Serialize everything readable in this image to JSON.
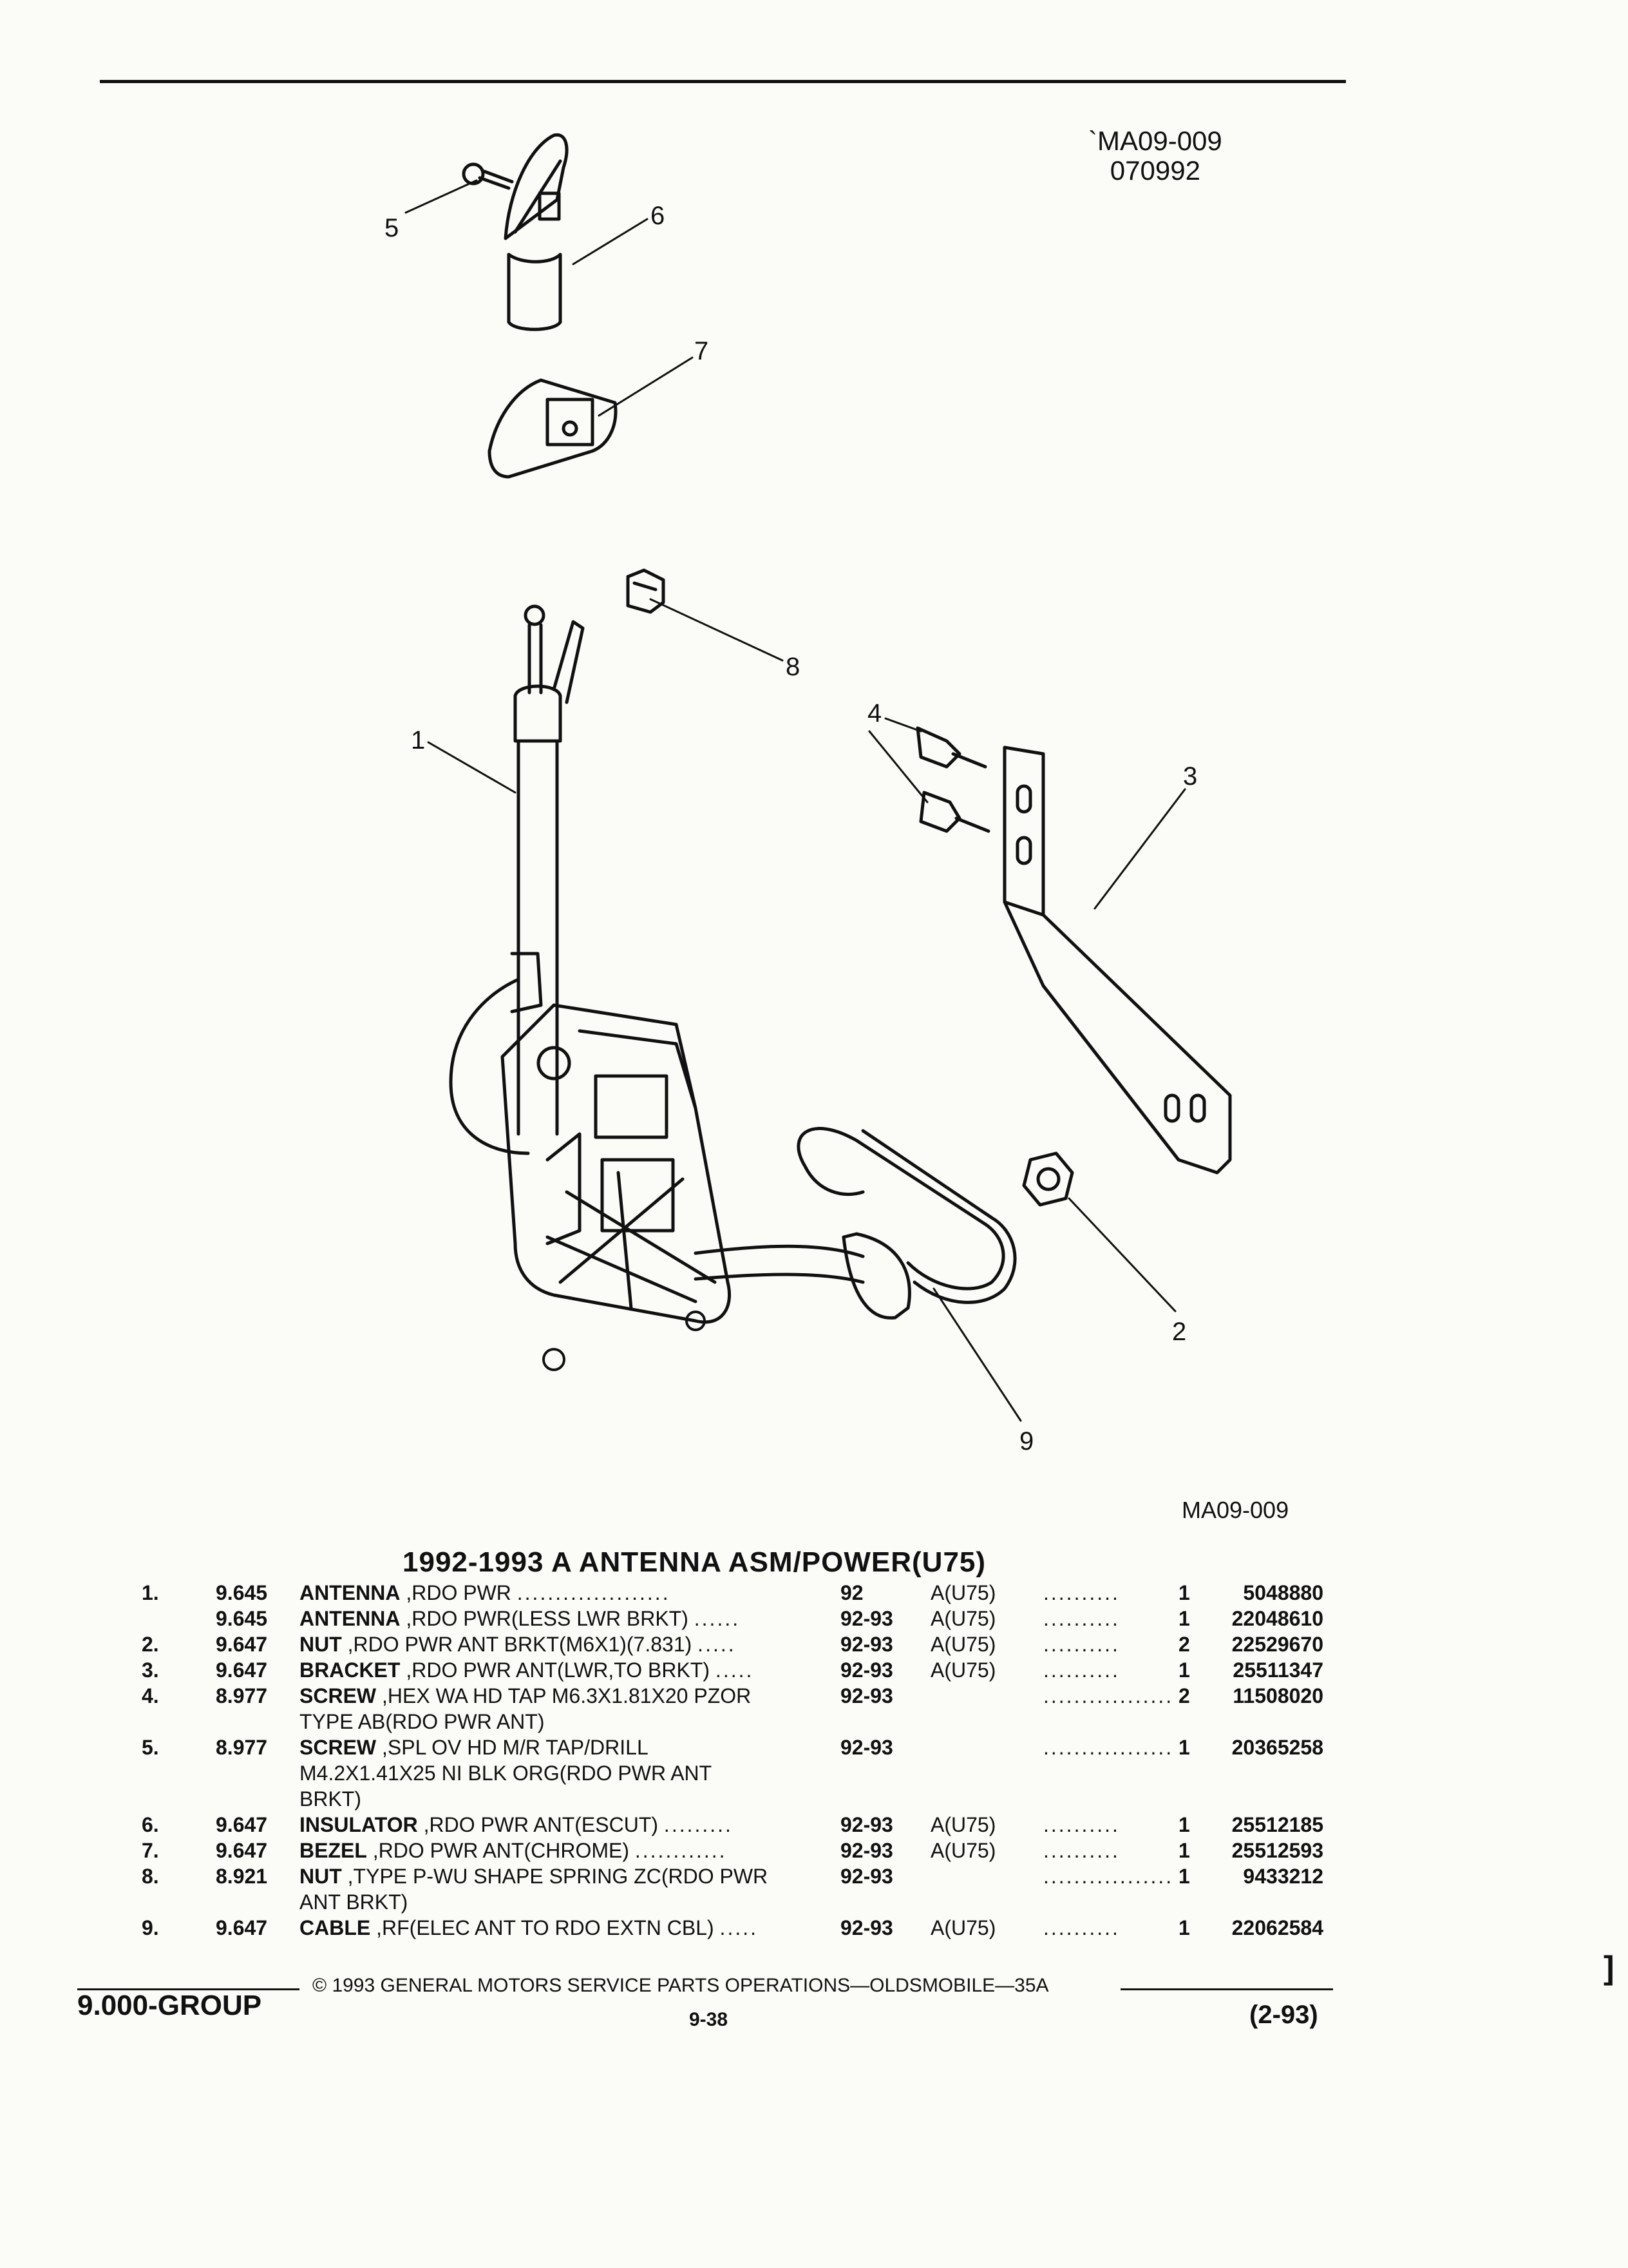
{
  "document": {
    "code": "`MA09-009",
    "date_code": "070992",
    "figure_code": "MA09-009",
    "section_title": "1992-1993 A ANTENNA ASM/POWER(U75)"
  },
  "callouts": {
    "c1": "1",
    "c2": "2",
    "c3": "3",
    "c4": "4",
    "c5": "5",
    "c6": "6",
    "c7": "7",
    "c8": "8",
    "c9": "9"
  },
  "parts": [
    {
      "no": "1.",
      "group": "9.645",
      "name": "ANTENNA",
      "desc": " ,RDO PWR",
      "dots": "....................",
      "year": "92",
      "model": "A(U75)",
      "mdots": "..........",
      "qty": "1",
      "part": "5048880"
    },
    {
      "no": "",
      "group": "9.645",
      "name": "ANTENNA",
      "desc": " ,RDO PWR(LESS LWR BRKT)",
      "dots": "......",
      "year": "92-93",
      "model": "A(U75)",
      "mdots": "..........",
      "qty": "1",
      "part": "22048610"
    },
    {
      "no": "2.",
      "group": "9.647",
      "name": "NUT",
      "desc": " ,RDO PWR ANT BRKT(M6X1)(7.831)",
      "dots": ".....",
      "year": "92-93",
      "model": "A(U75)",
      "mdots": "..........",
      "qty": "2",
      "part": "22529670"
    },
    {
      "no": "3.",
      "group": "9.647",
      "name": "BRACKET",
      "desc": " ,RDO PWR ANT(LWR,TO BRKT)",
      "dots": ".....",
      "year": "92-93",
      "model": "A(U75)",
      "mdots": "..........",
      "qty": "1",
      "part": "25511347"
    },
    {
      "no": "4.",
      "group": "8.977",
      "name": "SCREW",
      "desc": " ,HEX WA HD TAP M6.3X1.81X20 PZOR",
      "dots": "",
      "year": "92-93",
      "model": "",
      "mdots": ".................",
      "qty": "2",
      "part": "11508020"
    },
    {
      "cont": true,
      "text": "TYPE AB(RDO PWR ANT)"
    },
    {
      "no": "5.",
      "group": "8.977",
      "name": "SCREW",
      "desc": " ,SPL OV HD M/R TAP/DRILL",
      "dots": "",
      "year": "92-93",
      "model": "",
      "mdots": ".................",
      "qty": "1",
      "part": "20365258"
    },
    {
      "cont": true,
      "text": "M4.2X1.41X25 NI BLK ORG(RDO PWR ANT"
    },
    {
      "cont": true,
      "text": "BRKT)"
    },
    {
      "no": "6.",
      "group": "9.647",
      "name": "INSULATOR",
      "desc": " ,RDO PWR ANT(ESCUT)",
      "dots": ".........",
      "year": "92-93",
      "model": "A(U75)",
      "mdots": "..........",
      "qty": "1",
      "part": "25512185"
    },
    {
      "no": "7.",
      "group": "9.647",
      "name": "BEZEL",
      "desc": " ,RDO PWR ANT(CHROME)",
      "dots": "............",
      "year": "92-93",
      "model": "A(U75)",
      "mdots": "..........",
      "qty": "1",
      "part": "25512593"
    },
    {
      "no": "8.",
      "group": "8.921",
      "name": "NUT",
      "desc": " ,TYPE P-WU SHAPE SPRING ZC(RDO PWR",
      "dots": "",
      "year": "92-93",
      "model": "",
      "mdots": ".................",
      "qty": "1",
      "part": "9433212"
    },
    {
      "cont": true,
      "text": "ANT BRKT)"
    },
    {
      "no": "9.",
      "group": "9.647",
      "name": "CABLE",
      "desc": " ,RF(ELEC ANT TO RDO EXTN CBL)",
      "dots": ".....",
      "year": "92-93",
      "model": "A(U75)",
      "mdots": "..........",
      "qty": "1",
      "part": "22062584"
    }
  ],
  "footer": {
    "copyright": "© 1993  GENERAL MOTORS SERVICE PARTS OPERATIONS—OLDSMOBILE—35A",
    "group": "9.000-GROUP",
    "page": "9-38",
    "date": "(2-93)",
    "edge_mark": "]"
  }
}
